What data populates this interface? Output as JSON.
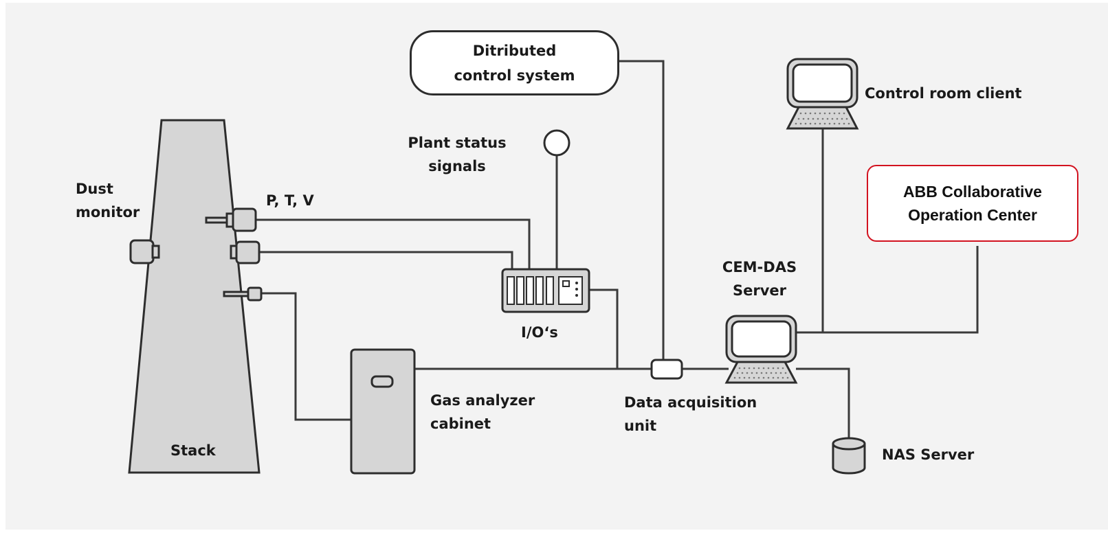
{
  "labels": {
    "distributed_control_system": [
      "Ditributed",
      "control system"
    ],
    "control_room_client": "Control room client",
    "plant_status_signals": [
      "Plant status",
      "signals"
    ],
    "dust_monitor": [
      "Dust",
      "monitor"
    ],
    "ptv": "P, T, V",
    "abb_center": [
      "ABB Collaborative",
      "Operation Center"
    ],
    "cem_das_server": [
      "CEM-DAS",
      "Server"
    ],
    "ios": "I/O‘s",
    "gas_analyzer_cabinet": [
      "Gas analyzer",
      "cabinet"
    ],
    "data_acquisition_unit": [
      "Data acquisition",
      "unit"
    ],
    "stack": "Stack",
    "nas_server": "NAS Server"
  },
  "colors": {
    "panel_background": "#f3f3f3",
    "device_fill": "#d6d6d6",
    "line": "#3a3a3a",
    "abb_highlight": "#d2121f"
  }
}
